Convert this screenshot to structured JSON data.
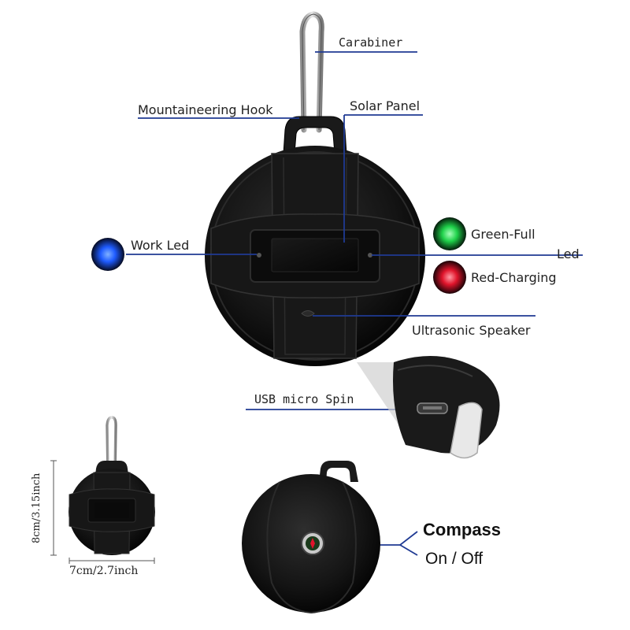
{
  "labels": {
    "carabiner": "Carabiner",
    "mountaineering_hook": "Mountaineering Hook",
    "solar_panel": "Solar Panel",
    "work_led": "Work Led",
    "green_full": "Green-Full",
    "led": "Led",
    "red_charging": "Red-Charging",
    "ultrasonic_speaker": "Ultrasonic Speaker",
    "usb_micro_spin": "USB micro Spin",
    "compass": "Compass",
    "on_off": "On / Off",
    "height_dim": "8cm/3.15inch",
    "width_dim": "7cm/2.7inch"
  },
  "colors": {
    "callout_line": "#1f3a93",
    "device_body": "#141414",
    "work_led": "#1e5bff",
    "green_led": "#1fd14a",
    "red_led": "#e0142b"
  }
}
